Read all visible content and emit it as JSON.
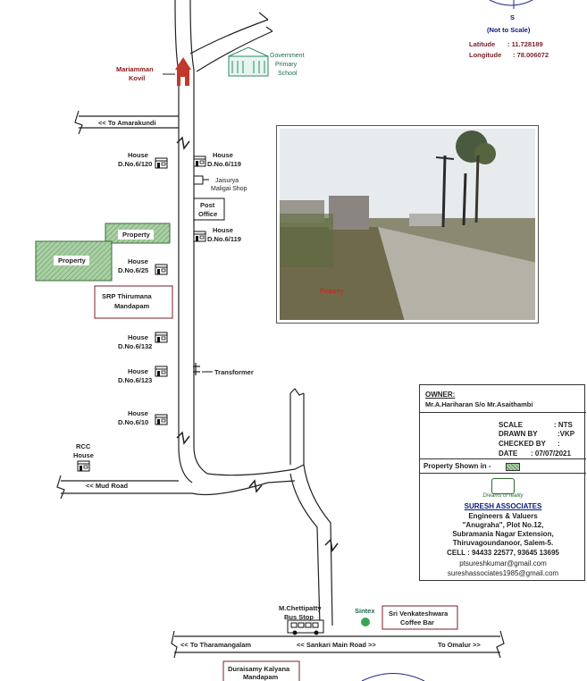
{
  "compass": {
    "letter": "S",
    "note": "(Not to Scale)"
  },
  "coords": {
    "lat_label": "Latitude",
    "lat": ": 11.728189",
    "lon_label": "Longitude",
    "lon": ": 78.006072"
  },
  "landmarks": {
    "temple": [
      "Mariamman",
      "Kovil"
    ],
    "school": [
      "Government",
      "Primary",
      "School"
    ],
    "post_office": [
      "Post",
      "Office"
    ],
    "shop": [
      "Jaisurya",
      "Maligai Shop"
    ],
    "srp": [
      "SRP Thirumana",
      "Mandapam"
    ],
    "transformer": "Transformer",
    "rcc": [
      "RCC",
      "House"
    ],
    "bus_stop": [
      "M.Chettipatty",
      "Bus Stop"
    ],
    "sintex": "Sintex",
    "coffee": [
      "Sri Venkateshwara",
      "Coffee Bar"
    ],
    "kalyana": [
      "Duraisamy Kalyana",
      "Mandapam"
    ]
  },
  "roads": {
    "amarakundi": "<< To Amarakundi",
    "mud": "<< Mud Road",
    "tharamangalam": "<< To Tharamangalam",
    "sankari": "<< Sankari Main Road >>",
    "omalur": "To Omalur >>"
  },
  "houses": {
    "h120": [
      "House",
      "D.No.6/120"
    ],
    "h119a": [
      "House",
      "D.No.6/119"
    ],
    "h119b": [
      "House",
      "D.No.6/119"
    ],
    "h25": [
      "House",
      "D.No.6/25"
    ],
    "h132": [
      "House",
      "D.No.6/132"
    ],
    "h123": [
      "House",
      "D.No.6/123"
    ],
    "h10": [
      "House",
      "D.No.6/10"
    ]
  },
  "property": {
    "label1": "Property",
    "label2": "Property",
    "photo_caption": "Property"
  },
  "info": {
    "owner_label": "OWNER:",
    "owner": "Mr.A.Hariharan S/o Mr.Asaithambi",
    "scale_label": "SCALE",
    "scale": ": NTS",
    "drawn_label": "DRAWN BY",
    "drawn": ":VKP",
    "checked_label": "CHECKED BY",
    "checked": ":",
    "date_label": "DATE",
    "date": ": 07/07/2021",
    "shown_label": "Property Shown in -"
  },
  "company": {
    "tagline": "Dreams of reality",
    "name": "SURESH ASSOCIATES",
    "role": "Engineers & Valuers",
    "line1": "\"Anugraha\", Plot No.12,",
    "line2": "Subramania Nagar Extension,",
    "line3": "Thiruvagoundanoor, Salem-5.",
    "cell": "CELL : 94433 22577, 93645 13695",
    "email1": "ptsureshkumar@gmail.com",
    "email2": "sureshassociates1985@gmail.com"
  },
  "colors": {
    "road": "#222222",
    "property_fill": "#9bc49a",
    "temple": "#c0392b",
    "school": "#2a8a6a",
    "sintex": "#3aa655"
  }
}
